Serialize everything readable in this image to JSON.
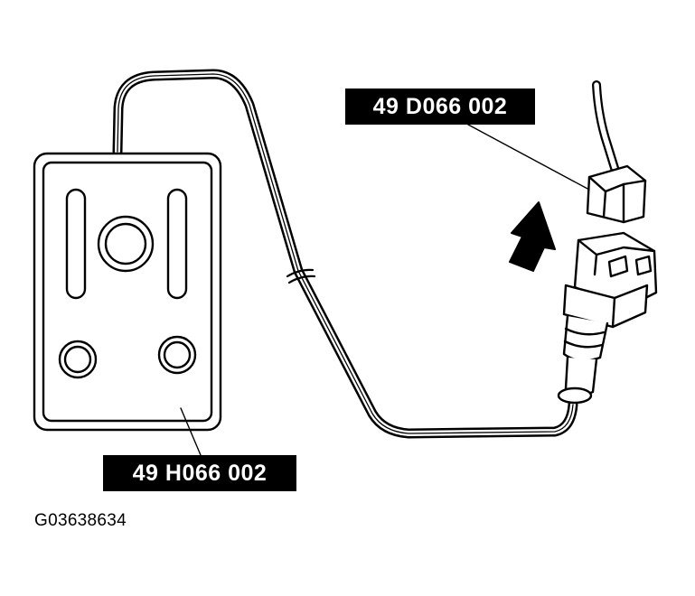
{
  "labels": {
    "adapter_part_number": "49 D066 002",
    "tester_part_number": "49 H066 002",
    "figure_id": "G03638634"
  },
  "colors": {
    "ink": "#000000",
    "paper": "#ffffff"
  },
  "icons": {
    "direction_arrow": "arrow-up-right-icon"
  }
}
